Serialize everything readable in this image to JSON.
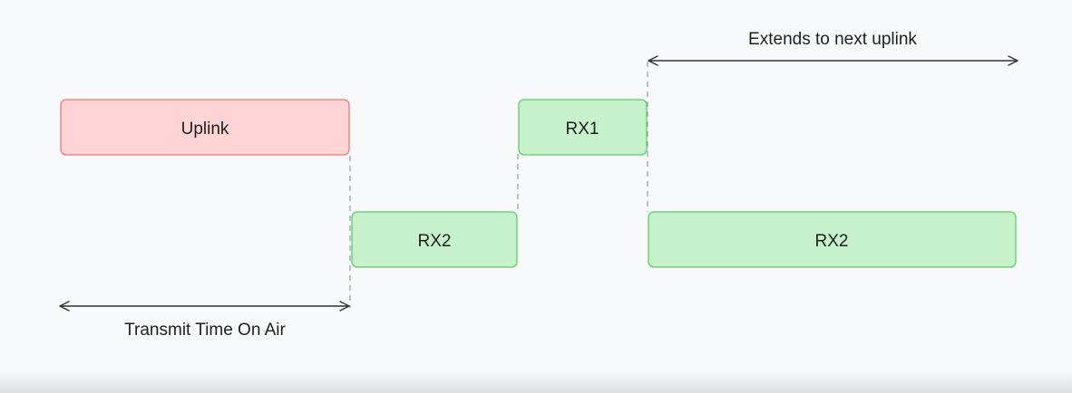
{
  "colors": {
    "uplink_fill": "#ffd4d6",
    "uplink_stroke": "#e9777c",
    "rx_fill": "#c6f1cb",
    "rx_stroke": "#5ccc6a",
    "arrow": "#333333",
    "dashed": "#9a9a9a",
    "text": "#1f1f1f",
    "background": "#f8f9fb"
  },
  "blocks": {
    "uplink": "Uplink",
    "rx1": "RX1",
    "rx2_first": "RX2",
    "rx2_second": "RX2"
  },
  "annotations": {
    "transmit": "Transmit Time On Air",
    "extends": "Extends to next uplink"
  }
}
